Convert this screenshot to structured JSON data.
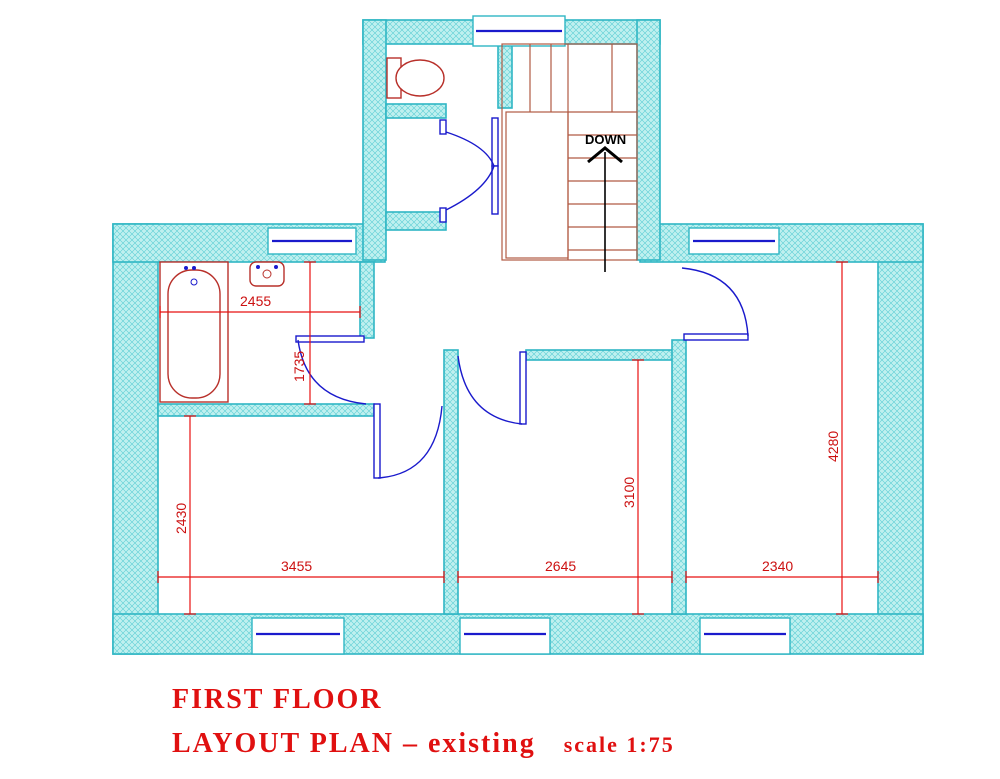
{
  "title_line1": "FIRST  FLOOR",
  "title_line2": "LAYOUT  PLAN  –  existing",
  "scale_label": "scale  1:75",
  "stair_label": "DOWN",
  "dimensions": {
    "bathroom_width": "2455",
    "bathroom_depth": "1735",
    "bedroom1_depth": "2430",
    "bedroom1_width": "3455",
    "bedroom2_width": "2645",
    "bedroom2_depth": "3100",
    "bedroom3_width": "2340",
    "bedroom3_depth": "4280"
  },
  "colors": {
    "wall_outline": "#2fb6c4",
    "wall_fill": "#bff0ef",
    "window_glass": "#1a1acc",
    "dimension": "#e81010",
    "fixture": "#b8302a",
    "stair": "#b15a43",
    "title": "#e01010"
  }
}
